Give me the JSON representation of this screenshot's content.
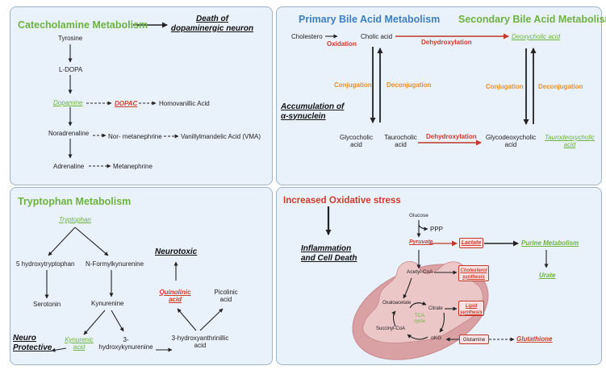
{
  "catecholamine": {
    "title": "Catecholamine Metabolism",
    "death_label": "Death of dopaminergic neuron",
    "tyrosine": "Tyrosine",
    "ldopa": "L-DOPA",
    "dopamine": "Dopamine",
    "dopac": "DOPAC",
    "hva": "Homovanillic Acid",
    "noradrenaline": "Noradrenaline",
    "normetanephrine": "Nor- metanephrine",
    "vma": "Vanillylmandelic Acid (VMA)",
    "adrenaline": "Adrenaline",
    "metanephrine": "Metanephrine"
  },
  "bile_acid": {
    "primary_title": "Primary Bile Acid Metabolism",
    "secondary_title": "Secondary Bile Acid Metabolism",
    "cholesterol": "Cholestero",
    "oxidation": "Oxidation",
    "cholic_acid": "Cholic acid",
    "dehydroxylation_top": "Dehydroxylation",
    "deoxycholic_acid": "Deoxycholic acid",
    "conjugation_left": "Conjugation",
    "deconjugation_left": "Deconjugation",
    "conjugation_right": "Conjugation",
    "deconjugation_right": "Deconjugation",
    "accumulation": "Accumulation of α-synuclein",
    "glycocholic_acid": "Glycocholic acid",
    "taurocholic_acid": "Taurocholic acid",
    "dehydroxylation_bottom": "Dehydroxylation",
    "glycodeoxycholic_acid": "Glycodeoxycholic acid",
    "taurodeoxycholic_acid": "Taurodeoxycholic acid"
  },
  "tryptophan": {
    "title": "Tryptophan Metabolism",
    "tryptophan": "Tryptophan",
    "hydroxytryptophan": "5 hydroxytryptophan",
    "formylkynurenine": "N-Formylkynurenine",
    "serotonin": "Serotonin",
    "kynurenine": "Kynurenine",
    "kynurenic_acid": "Kynurenic acid",
    "hydroxykynurenine": "3-hydroxykynurenine",
    "neuro_protective": "Neuro Protective",
    "neurotoxic": "Neurotoxic",
    "quinolinic_acid": "Quinolinic acid",
    "picolinic_acid": "Picolinic acid",
    "hydroxyanthranilic": "3-hydroxyanthrinillic acid"
  },
  "oxidative": {
    "title": "Increased Oxidative stress",
    "inflammation": "Inflammation and Cell Death",
    "glucose": "Glucose",
    "ppp": "PPP",
    "pyruvate": "Pyruvate",
    "lactate": "Lactate",
    "purine": "Purine Metabolism",
    "urate": "Urate",
    "acetyl_coa": "Acetyl-CoA",
    "cholesterol_synthesis": "Cholesterol synthesis",
    "oxaloacetate": "Oxaloacetate",
    "citrate": "Citrate",
    "lipid_synthesis": "Lipid synthesis",
    "tca": "TCA cycle",
    "succinyl_coa": "Succinyl-CoA",
    "akg": "αKG",
    "glutamine": "Glutamine",
    "glutathione": "Glutathione"
  },
  "colors": {
    "panel_bg": "#e9f1fb",
    "green": "#6db33f",
    "blue": "#3d7fc1",
    "red": "#d33a2c",
    "orange": "#e8912c",
    "mito": "#d9a1a3"
  }
}
